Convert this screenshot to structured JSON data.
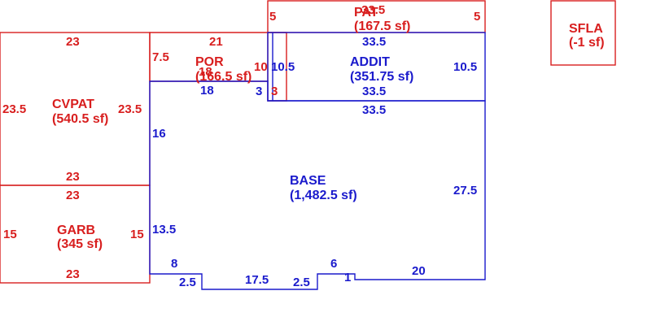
{
  "colors": {
    "red": "#d81e1e",
    "blue": "#1a1acc"
  },
  "areas": {
    "pat": {
      "name": "PAT",
      "area": "(167.5 sf)",
      "top": "33.5",
      "bottom": "33.5",
      "left": "5",
      "right": "5"
    },
    "sfla": {
      "name": "SFLA",
      "area": "(-1 sf)"
    },
    "cvpat": {
      "name": "CVPAT",
      "area": "(540.5 sf)",
      "top": "23",
      "bottom": "23",
      "left": "23.5",
      "right": "23.5"
    },
    "por": {
      "name": "POR",
      "area": "(166.5 sf)",
      "top": "21",
      "left": "7.5",
      "bottom": "18",
      "inner_a": "10",
      "inner_b": "18",
      "inner_c": "3",
      "inner_d": "3"
    },
    "addit": {
      "name": "ADDIT",
      "area": "(351.75 sf)",
      "top": "33.5",
      "bottom": "33.5",
      "left": "10.5",
      "right": "10.5",
      "left_inner": "3"
    },
    "garb": {
      "name": "GARB",
      "area": "(345 sf)",
      "top": "23",
      "bottom": "23",
      "left": "15",
      "right": "15"
    },
    "base": {
      "name": "BASE",
      "area": "(1,482.5 sf)",
      "top": "33.5",
      "right": "27.5",
      "left_upper": "16",
      "left_lower": "13.5",
      "seg_8": "8",
      "seg_2_5a": "2.5",
      "seg_17_5": "17.5",
      "seg_2_5b": "2.5",
      "seg_6": "6",
      "seg_1": "1",
      "seg_20": "20"
    },
    "small": {
      "value": "5"
    }
  }
}
